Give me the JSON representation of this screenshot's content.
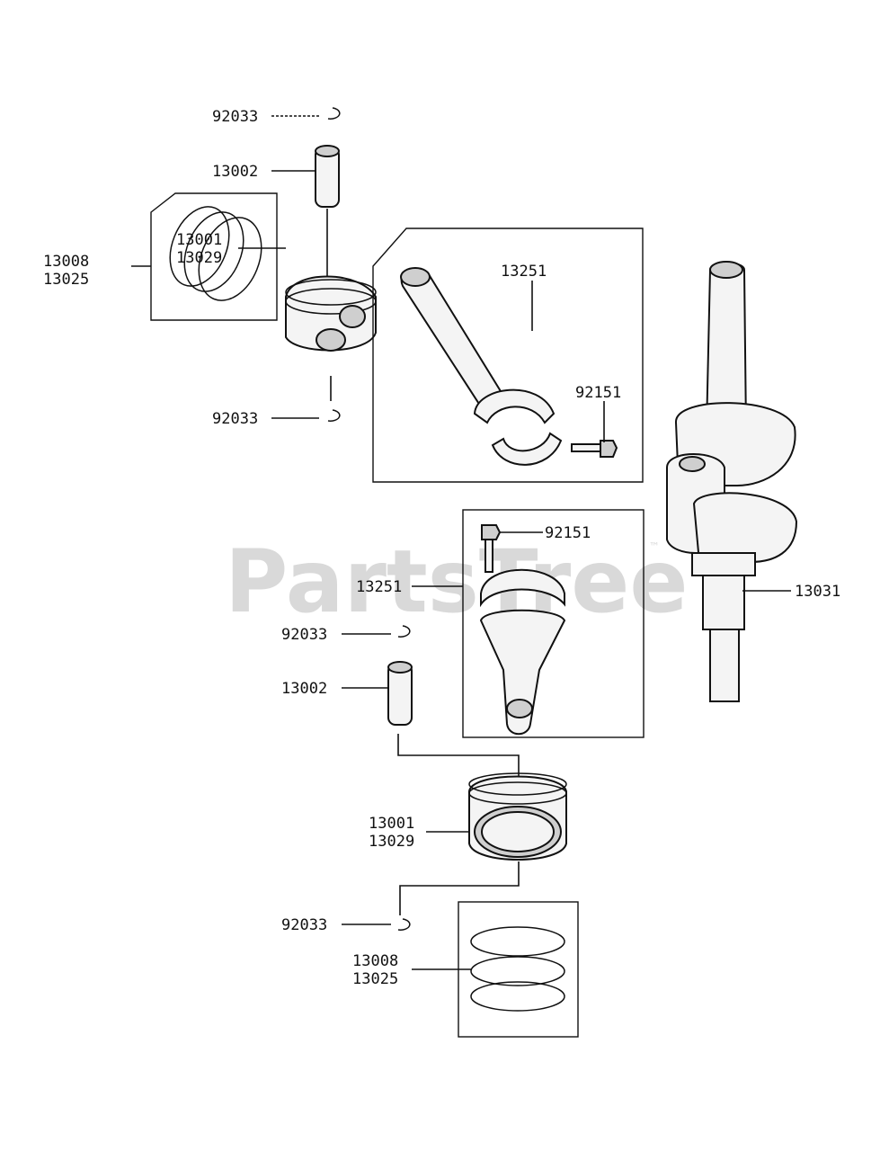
{
  "watermark": {
    "text": "PartsTree",
    "trademark": "™"
  },
  "callouts": {
    "c1": "92033",
    "c2": "13002",
    "c3a": "13008",
    "c3b": "13025",
    "c4a": "13001",
    "c4b": "13029",
    "c5": "92033",
    "c6": "13251",
    "c7": "92151",
    "c8": "92151",
    "c9": "13251",
    "c10": "13031",
    "c11": "92033",
    "c12": "13002",
    "c13a": "13001",
    "c13b": "13029",
    "c14": "92033",
    "c15a": "13008",
    "c15b": "13025"
  }
}
